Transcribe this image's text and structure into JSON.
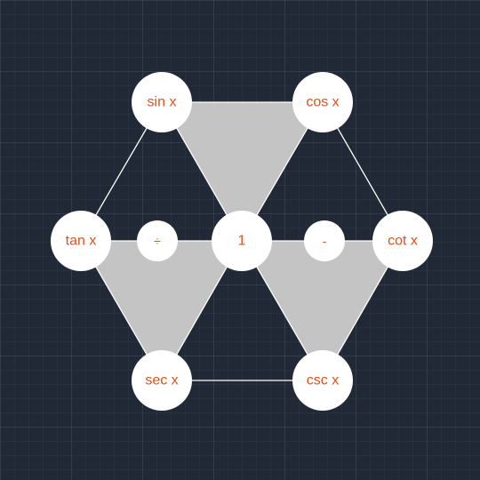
{
  "nodes": {
    "sin": "sin x",
    "cos": "cos x",
    "tan": "tan x",
    "one": "1",
    "cot": "cot x",
    "sec": "sec x",
    "csc": "csc x",
    "divide_symbol": "÷",
    "minus_symbol": "-"
  },
  "colors": {
    "background": "#212936",
    "node_fill": "#ffffff",
    "label_text": "#e0521b",
    "shaded_triangle": "#c4c4c4",
    "edge_line": "#ffffff"
  }
}
